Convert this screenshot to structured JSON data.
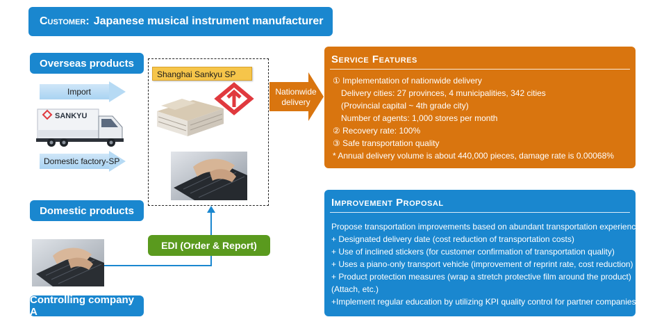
{
  "header": {
    "customer_label": "Customer:",
    "customer_name": "Japanese musical instrument manufacturer"
  },
  "left": {
    "overseas_products": "Overseas products",
    "import_label": "Import",
    "truck_brand": "SANKYU",
    "domestic_factory_label": "Domestic factory-SP",
    "domestic_products": "Domestic products",
    "controlling_company": "Controlling company A"
  },
  "center": {
    "warehouse_label": "Shanghai Sankyu SP",
    "nationwide_delivery": [
      "Nationwide",
      "delivery"
    ],
    "edi_label": "EDI (Order & Report)"
  },
  "service_features": {
    "title": "Service Features",
    "lines": [
      "① Implementation of nationwide delivery",
      "Delivery cities: 27 provinces, 4 municipalities, 342 cities",
      "(Provincial capital ~ 4th grade city)",
      "Number of agents: 1,000 stores per month",
      "② Recovery rate: 100%",
      "③ Safe transportation quality",
      "* Annual delivery volume is about 440,000 pieces, damage rate is 0.00068%"
    ]
  },
  "improvement_proposal": {
    "title": "Improvement Proposal",
    "lines": [
      "Propose transportation improvements based on abundant transportation experience",
      "+ Designated delivery date (cost reduction of transportation costs)",
      "+ Use of inclined stickers (for customer confirmation of transportation quality)",
      "+ Uses a piano-only transport vehicle (improvement of reprint rate, cost reduction)",
      "+ Product protection measures (wrap a stretch protective film around the product)",
      "(Attach, etc.)",
      "+Implement regular education by utilizing KPI quality control for partner companies"
    ]
  },
  "colors": {
    "blue": "#1a87cf",
    "orange": "#d9750f",
    "green": "#5a9a1e",
    "sticker": "#f6c54a",
    "logo_red": "#e0393e"
  }
}
